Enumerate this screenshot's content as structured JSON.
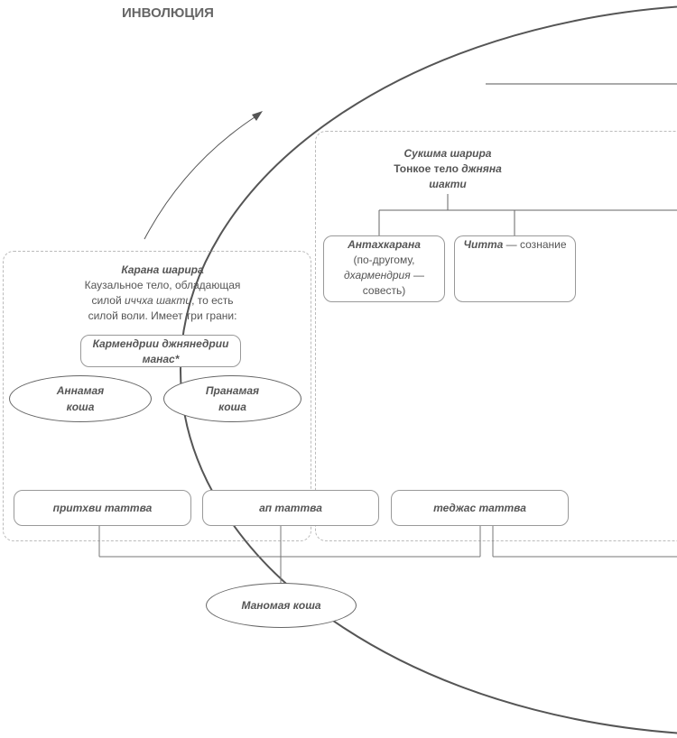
{
  "title": "ИНВОЛЮЦИЯ",
  "karana": {
    "name": "Карана шарира",
    "line1": "Каузальное тело, обладающая",
    "line2a": "силой ",
    "line2b": "иччха шакти",
    "line2c": ", то есть",
    "line3": "силой воли. Имеет три грани:"
  },
  "karmendrii": {
    "line1": "Кармендрии джнянедрии",
    "line2": "манас*"
  },
  "annamaya": {
    "line1": "Аннамая",
    "line2": "коша"
  },
  "pranamaya": {
    "line1": "Пранамая",
    "line2": "коша"
  },
  "sukshma": {
    "line1": "Сукшма шарира",
    "line2a": "Тонкое тело ",
    "line2b": "джняна",
    "line3": "шакти"
  },
  "antahkarana": {
    "name": "Антахкарана",
    "l1": "(по-другому,",
    "l2": "дхармендрия",
    "l2b": " —",
    "l3": "совесть)"
  },
  "chitta": {
    "name": "Читта",
    "rest": " — сознание"
  },
  "tattvas": [
    "притхви таттва",
    "ап таттва",
    "теджас таттва"
  ],
  "manomaya": "Маномая коша"
}
